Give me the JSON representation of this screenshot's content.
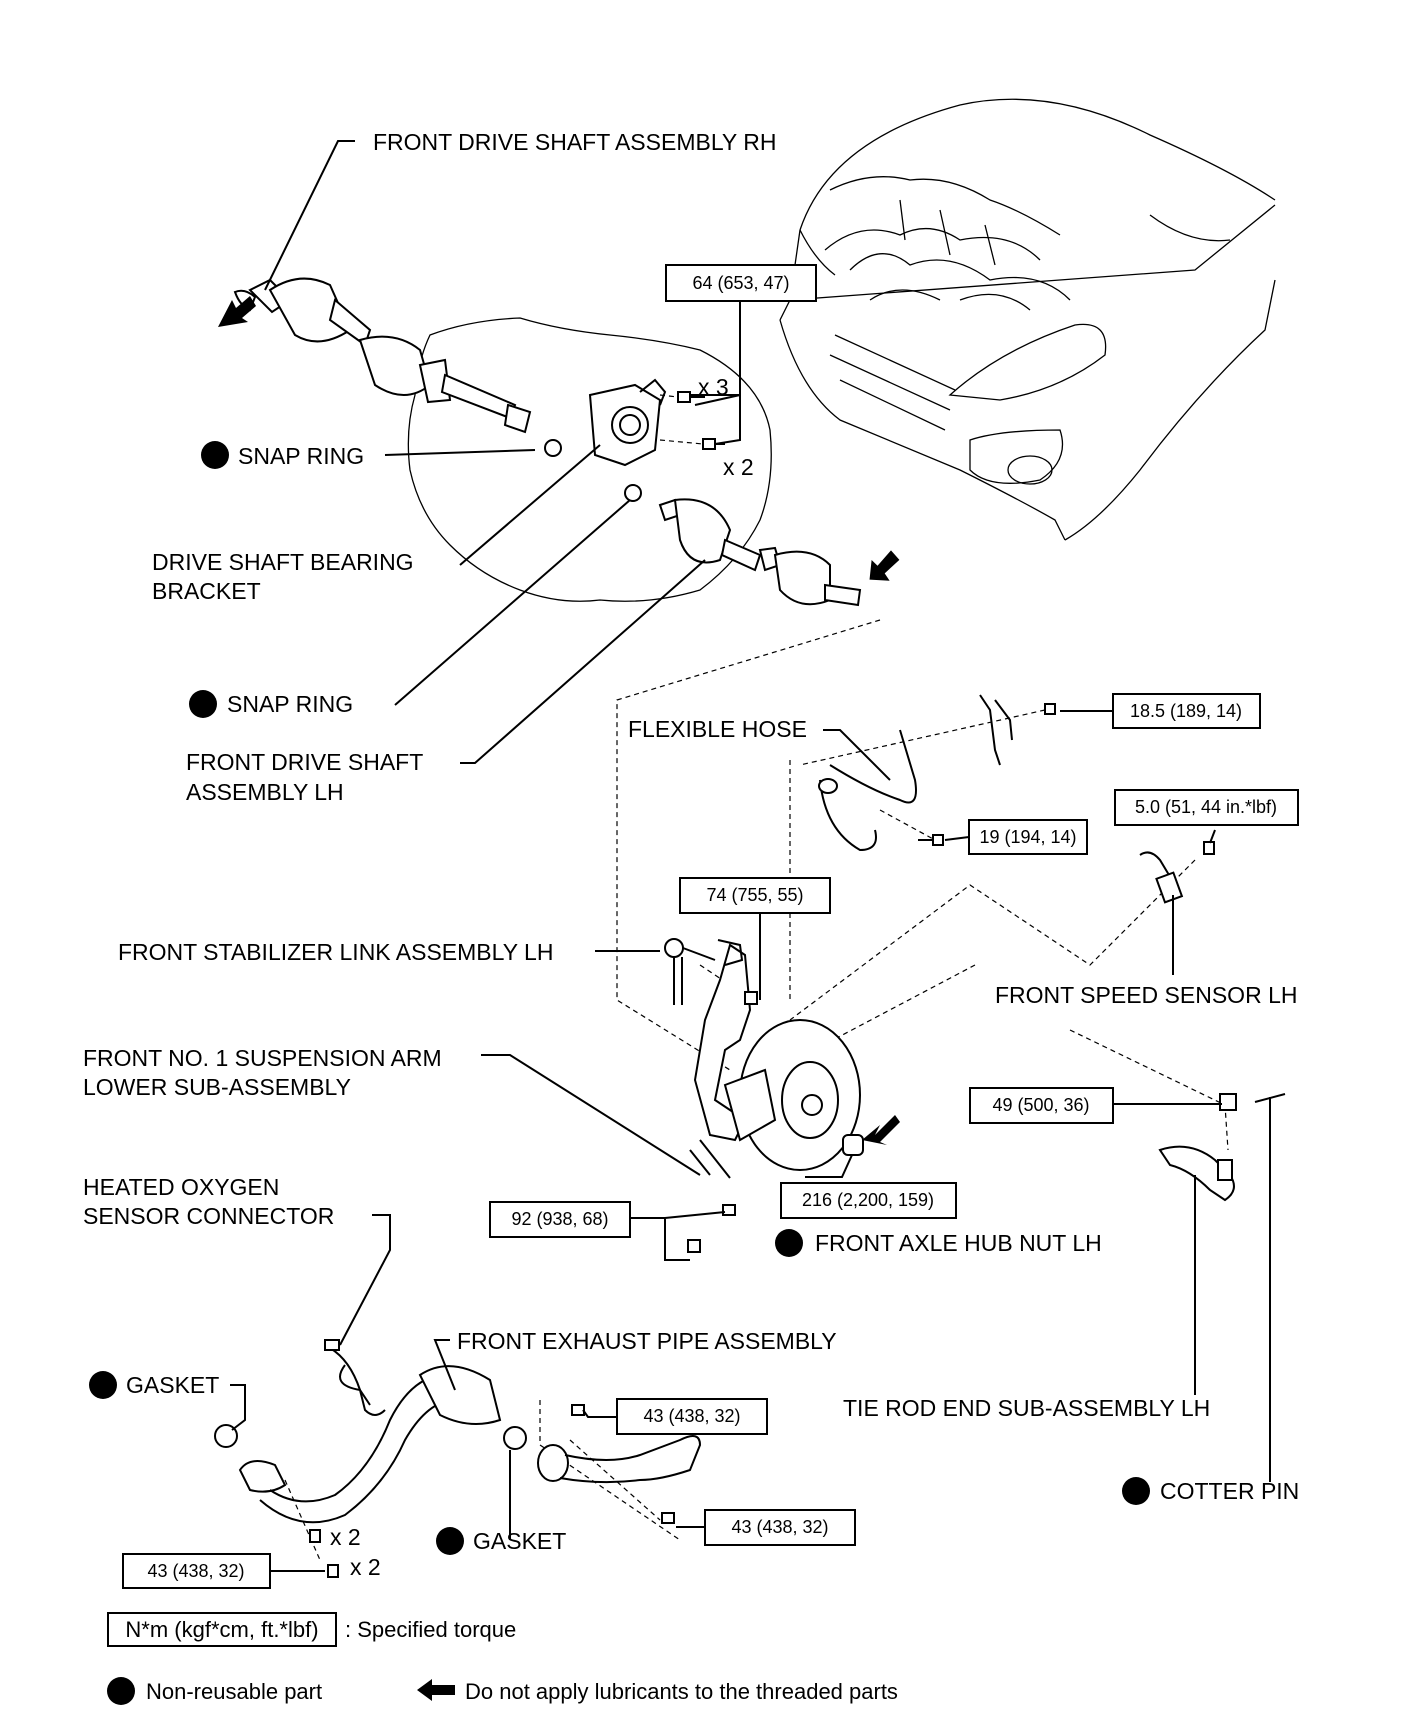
{
  "labels": {
    "front_drive_shaft_rh": "FRONT DRIVE SHAFT ASSEMBLY RH",
    "snap_ring_1": "SNAP RING",
    "bearing_bracket_l1": "DRIVE SHAFT BEARING",
    "bearing_bracket_l2": "BRACKET",
    "snap_ring_2": "SNAP RING",
    "front_drive_shaft_lh_l1": "FRONT DRIVE SHAFT",
    "front_drive_shaft_lh_l2": "ASSEMBLY LH",
    "flexible_hose": "FLEXIBLE HOSE",
    "stabilizer_link": "FRONT STABILIZER LINK ASSEMBLY LH",
    "speed_sensor": "FRONT SPEED SENSOR LH",
    "suspension_arm_l1": "FRONT NO. 1 SUSPENSION ARM",
    "suspension_arm_l2": "LOWER SUB-ASSEMBLY",
    "oxygen_sensor_l1": "HEATED OXYGEN",
    "oxygen_sensor_l2": "SENSOR CONNECTOR",
    "axle_hub_nut": "FRONT AXLE HUB NUT LH",
    "exhaust_pipe": "FRONT EXHAUST PIPE ASSEMBLY",
    "gasket_1": "GASKET",
    "gasket_2": "GASKET",
    "tie_rod_end": "TIE ROD END SUB-ASSEMBLY LH",
    "cotter_pin": "COTTER PIN",
    "qty_x3": "x 3",
    "qty_x2_bracket": "x 2",
    "qty_x2_exhaust_a": "x 2",
    "qty_x2_exhaust_b": "x 2"
  },
  "torques": {
    "bracket_bolts": "64 (653, 47)",
    "brake_hose_bracket": "18.5 (189, 14)",
    "speed_sensor_bolt": "5.0 (51, 44 in.*lbf)",
    "flexible_hose_bolt": "19 (194, 14)",
    "stabilizer_nut": "74 (755, 55)",
    "tie_rod_nut": "49 (500, 36)",
    "axle_hub_nut": "216 (2,200, 159)",
    "suspension_arm_bolts": "92 (938, 68)",
    "exhaust_front_flange": "43 (438, 32)",
    "exhaust_rear_upper": "43 (438, 32)",
    "exhaust_rear_lower": "43 (438, 32)"
  },
  "legend": {
    "torque_unit": "N*m (kgf*cm, ft.*lbf)",
    "torque_text": ": Specified torque",
    "non_reusable": "Non-reusable part",
    "no_lubricant": "Do not apply lubricants to the threaded parts"
  },
  "icons": {
    "non_reusable_marker": "filled-circle-icon",
    "no_lubricant_marker": "left-arrow-icon"
  }
}
